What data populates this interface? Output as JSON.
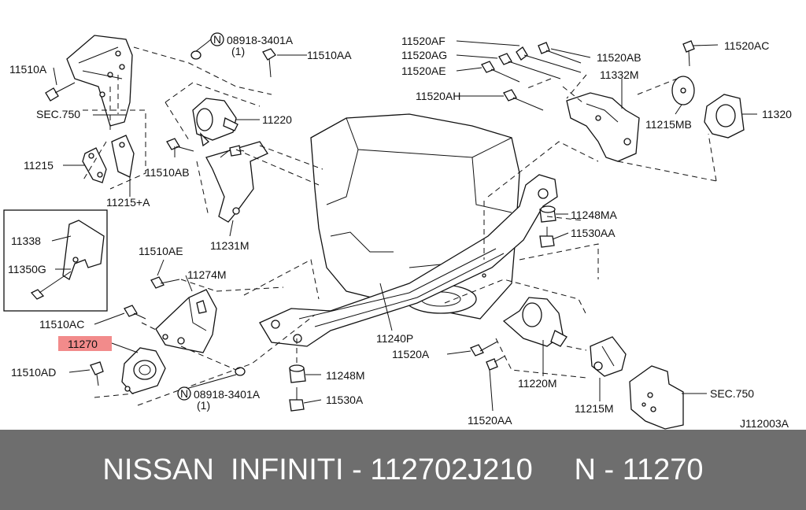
{
  "diagram": {
    "callouts": {
      "c08918a": "08918-3401A",
      "q1a": "(1)",
      "c11510aa": "11510AA",
      "c11510a": "11510A",
      "sec750a": "SEC.750",
      "c11220": "11220",
      "c11215": "11215",
      "c11215a": "11215+A",
      "c11510ab": "11510AB",
      "c11231m": "11231M",
      "c11338": "11338",
      "c11350g": "11350G",
      "c11510ae": "11510AE",
      "c11274m": "11274M",
      "c11510ac": "11510AC",
      "c11270": "11270",
      "c11510ad": "11510AD",
      "c08918b": "08918-3401A",
      "q1b": "(1)",
      "c11520af": "11520AF",
      "c11520ag": "11520AG",
      "c11520ae": "11520AE",
      "c11520ah": "11520AH",
      "c11520ab": "11520AB",
      "c11332m": "11332M",
      "c11520ac": "11520AC",
      "c11215mb": "11215MB",
      "c11320": "11320",
      "c11248ma": "11248MA",
      "c11530aa": "11530AA",
      "c11240p": "11240P",
      "c11248m": "11248M",
      "c11530a": "11530A",
      "c11520a": "11520A",
      "c11220m": "11220M",
      "c11215m": "11215M",
      "c11520aa": "11520AA",
      "sec750b": "SEC.750",
      "drawing_id": "J112003A"
    },
    "n_symbol": "N",
    "highlight_color": "#f28b8b"
  },
  "footer": {
    "text": "NISSAN  INFINITI - 112702J210     N - 11270"
  }
}
